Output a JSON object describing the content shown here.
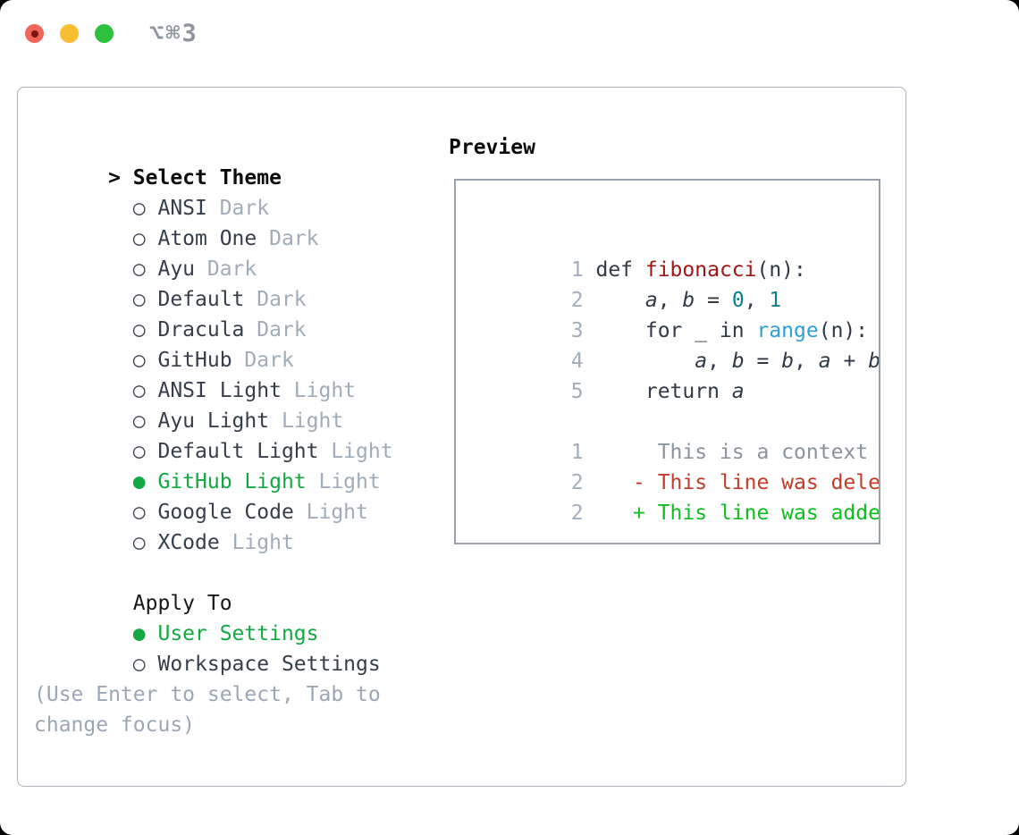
{
  "window": {
    "title": "⌥⌘3"
  },
  "colors": {
    "accent_green": "#12a842",
    "diff_deleted_red": "#c33b27",
    "diff_added_green": "#10bd20",
    "function_red": "#a31515",
    "number_teal": "#0f7e8a",
    "builtin_blue": "#2e9fd6",
    "muted_gray": "#a0acb9",
    "traffic_red": "#f1655a",
    "traffic_yellow": "#f9bd32",
    "traffic_green": "#2ec13e"
  },
  "theme_list": {
    "header": {
      "marker": ">",
      "label": "Select Theme"
    },
    "items": [
      {
        "marker": "○",
        "name": "ANSI",
        "variant": "Dark",
        "state": "normal"
      },
      {
        "marker": "○",
        "name": "Atom One",
        "variant": "Dark",
        "state": "normal"
      },
      {
        "marker": "○",
        "name": "Ayu",
        "variant": "Dark",
        "state": "normal"
      },
      {
        "marker": "○",
        "name": "Default",
        "variant": "Dark",
        "state": "normal"
      },
      {
        "marker": "○",
        "name": "Dracula",
        "variant": "Dark",
        "state": "normal"
      },
      {
        "marker": "○",
        "name": "GitHub",
        "variant": "Dark",
        "state": "normal"
      },
      {
        "marker": "○",
        "name": "ANSI Light",
        "variant": "Light",
        "state": "normal"
      },
      {
        "marker": "○",
        "name": "Ayu Light",
        "variant": "Light",
        "state": "normal"
      },
      {
        "marker": "○",
        "name": "Default Light",
        "variant": "Light",
        "state": "normal"
      },
      {
        "marker": "●",
        "name": "GitHub Light",
        "variant": "Light",
        "state": "selected"
      },
      {
        "marker": "○",
        "name": "Google Code",
        "variant": "Light",
        "state": "normal"
      },
      {
        "marker": "○",
        "name": "XCode",
        "variant": "Light",
        "state": "normal"
      }
    ]
  },
  "apply_to": {
    "header": {
      "marker": "",
      "label": "Apply To"
    },
    "items": [
      {
        "marker": "●",
        "name": "User Settings",
        "state": "selected"
      },
      {
        "marker": "○",
        "name": "Workspace Settings",
        "state": "normal"
      }
    ]
  },
  "hint": {
    "line1": "(Use Enter to select, Tab to",
    "line2": "change focus)"
  },
  "preview": {
    "header": "Preview",
    "lines": [
      {
        "num": "1",
        "segments": [
          {
            "text": "def ",
            "type": "tok-plain"
          },
          {
            "text": "fibonacci",
            "type": "tok-func"
          },
          {
            "text": "(n):",
            "type": "tok-plain"
          }
        ]
      },
      {
        "num": "2",
        "segments": [
          {
            "text": "    ",
            "type": "tok-plain"
          },
          {
            "text": "a",
            "type": "tok-var"
          },
          {
            "text": ", ",
            "type": "tok-plain"
          },
          {
            "text": "b",
            "type": "tok-var"
          },
          {
            "text": " = ",
            "type": "tok-plain"
          },
          {
            "text": "0",
            "type": "tok-num"
          },
          {
            "text": ", ",
            "type": "tok-plain"
          },
          {
            "text": "1",
            "type": "tok-num"
          }
        ]
      },
      {
        "num": "3",
        "segments": [
          {
            "text": "    for _ in ",
            "type": "tok-plain"
          },
          {
            "text": "range",
            "type": "tok-builtin"
          },
          {
            "text": "(n):",
            "type": "tok-plain"
          }
        ]
      },
      {
        "num": "4",
        "segments": [
          {
            "text": "        ",
            "type": "tok-plain"
          },
          {
            "text": "a",
            "type": "tok-var"
          },
          {
            "text": ", ",
            "type": "tok-plain"
          },
          {
            "text": "b",
            "type": "tok-var"
          },
          {
            "text": " = ",
            "type": "tok-plain"
          },
          {
            "text": "b",
            "type": "tok-var"
          },
          {
            "text": ", ",
            "type": "tok-plain"
          },
          {
            "text": "a",
            "type": "tok-var"
          },
          {
            "text": " + ",
            "type": "tok-plain"
          },
          {
            "text": "b",
            "type": "tok-var"
          }
        ]
      },
      {
        "num": "5",
        "segments": [
          {
            "text": "    return ",
            "type": "tok-plain"
          },
          {
            "text": "a",
            "type": "tok-var"
          }
        ]
      },
      {
        "num": "",
        "segments": []
      },
      {
        "num": "1",
        "segments": [
          {
            "text": "     This is a context line.",
            "type": "tok-ctx"
          }
        ]
      },
      {
        "num": "2",
        "segments": [
          {
            "text": "   - This line was deleted.",
            "type": "tok-del"
          }
        ]
      },
      {
        "num": "2",
        "segments": [
          {
            "text": "   + This line was added.",
            "type": "tok-add"
          }
        ]
      }
    ]
  }
}
